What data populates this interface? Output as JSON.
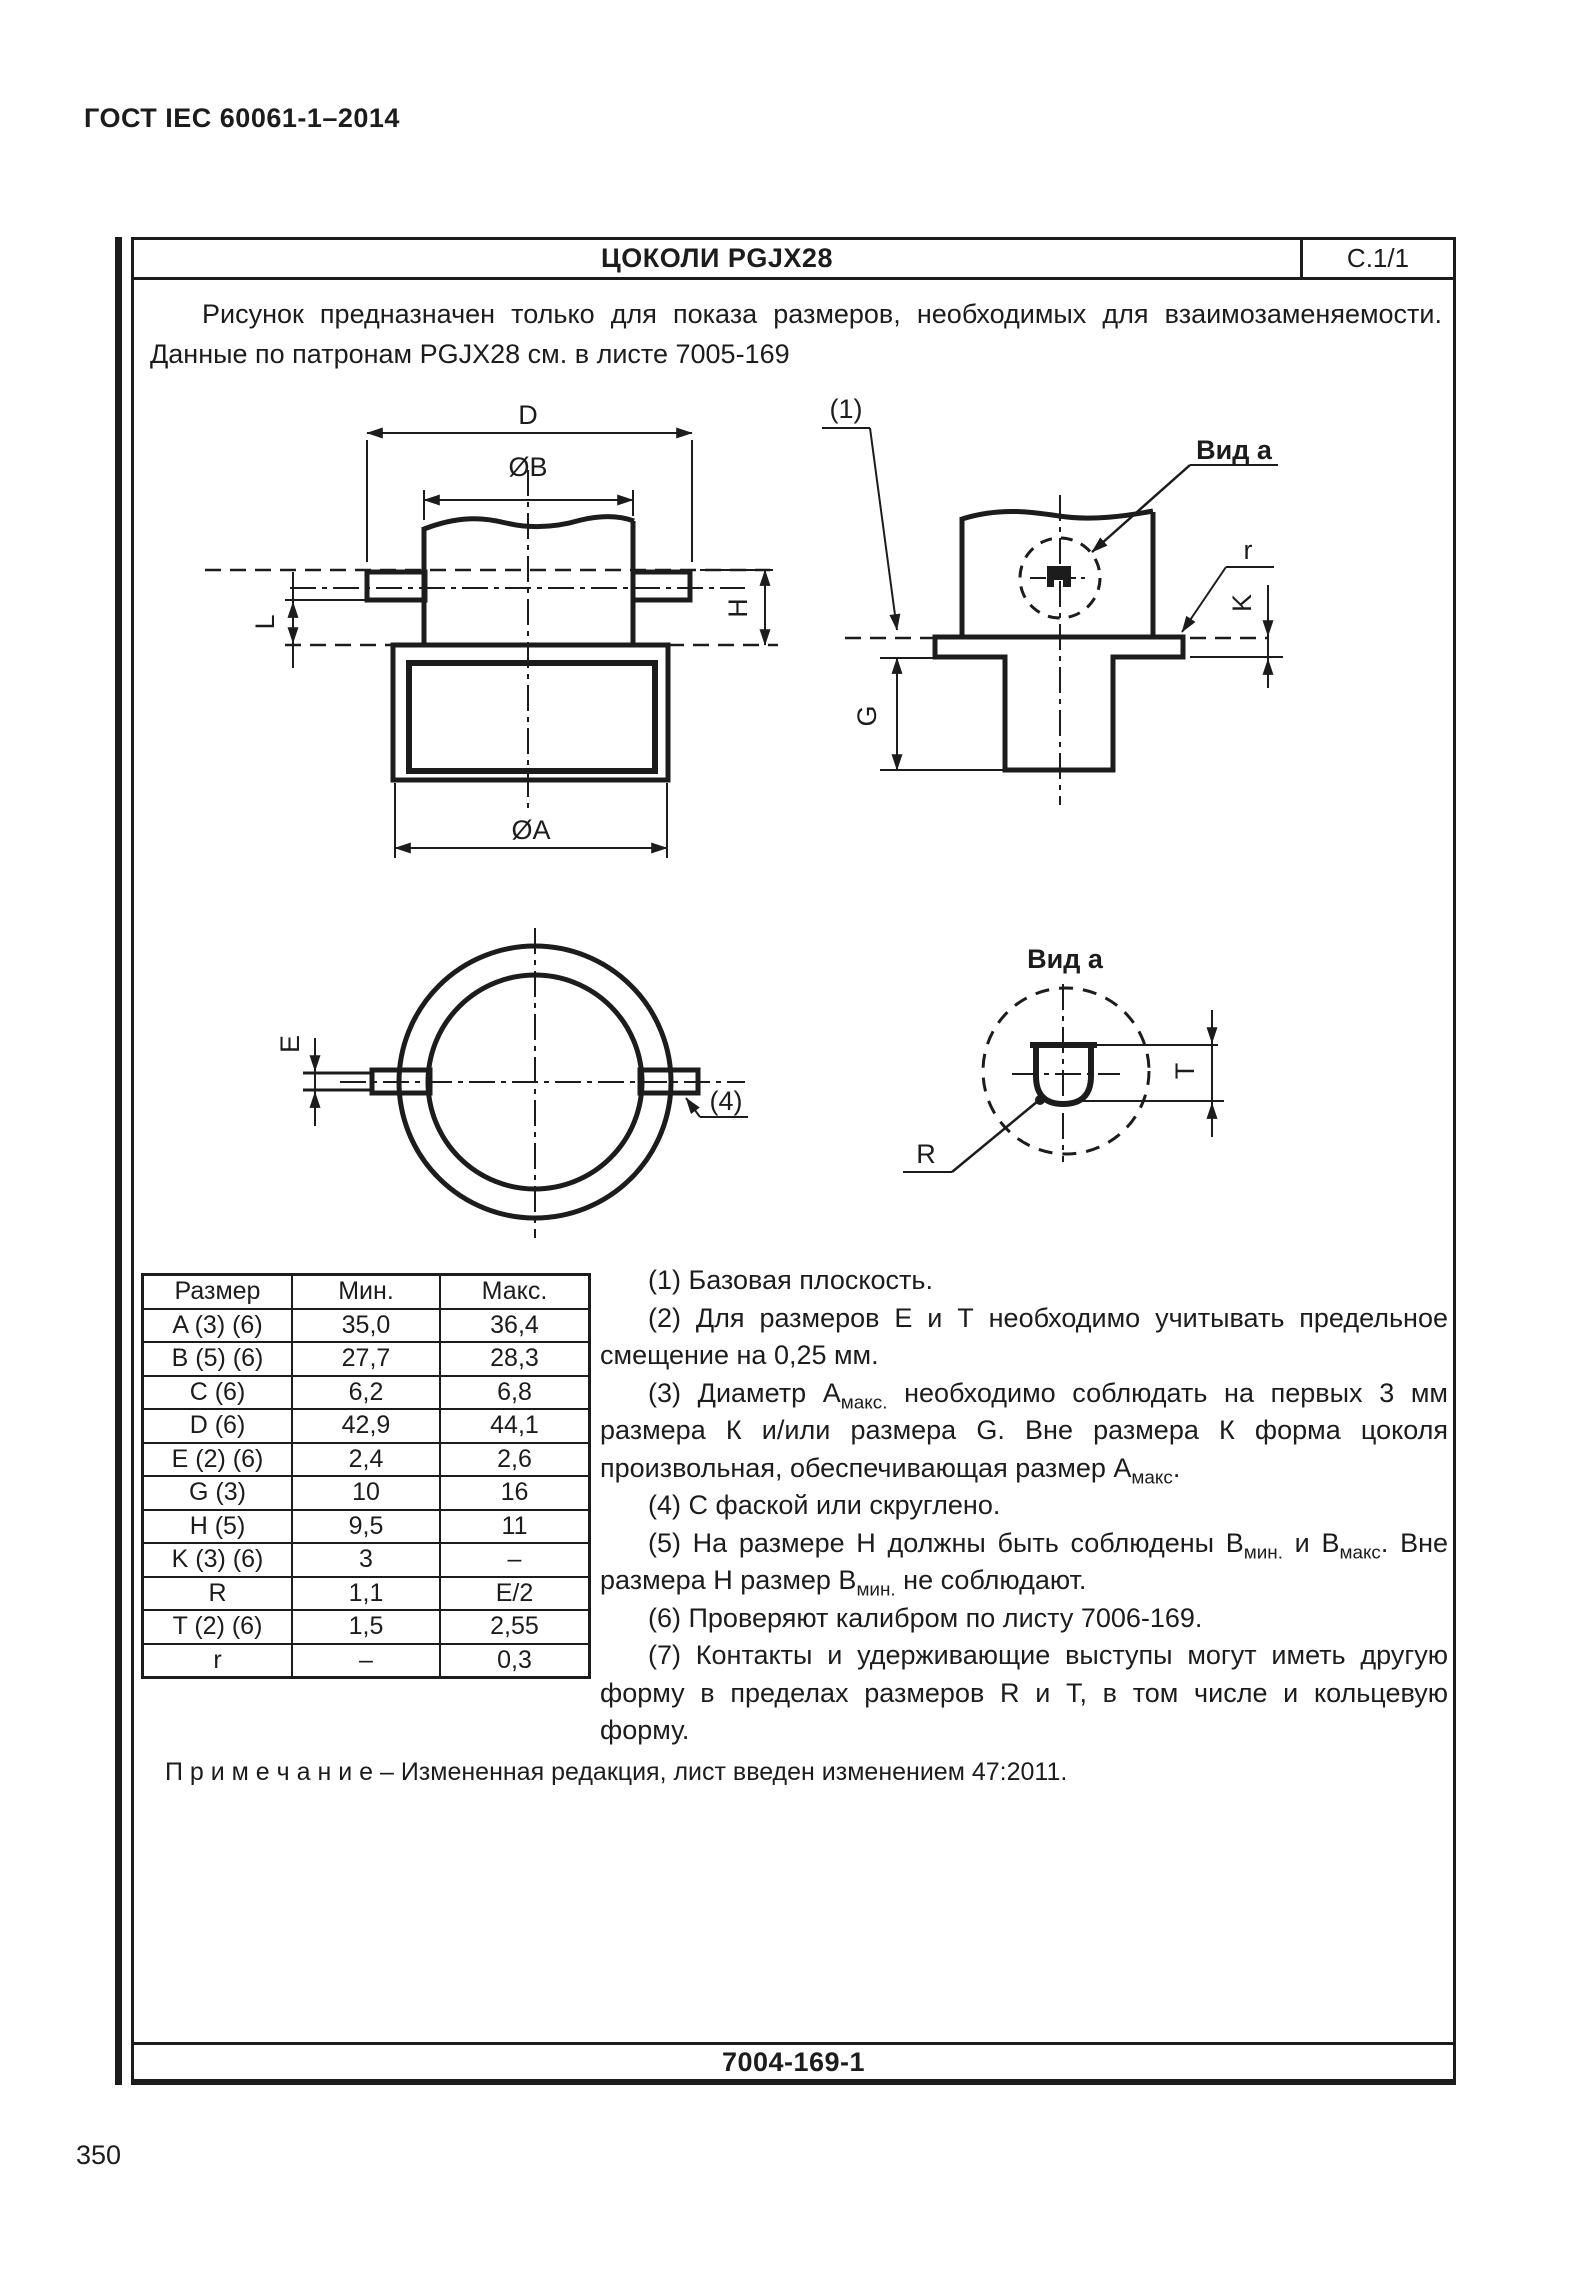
{
  "page": {
    "doc_header": "ГОСТ IEC 60061-1–2014",
    "page_number": "350"
  },
  "sheet": {
    "title": "ЦОКОЛИ PGJX28",
    "sheet_ref": "С.1/1",
    "footer_ref": "7004-169-1",
    "intro_line1": "Рисунок предназначен только для показа размеров, необходимых для взаимозаменяемости.",
    "intro_line2": "Данные по патронам PGJX28 см. в листе 7005-169"
  },
  "drawing": {
    "labels": {
      "d": "D",
      "ob": "ØB",
      "l": "L",
      "h": "H",
      "oa": "ØA",
      "ref1": "(1)",
      "view_a": "Вид а",
      "r_small": "r",
      "k": "K",
      "g": "G",
      "e": "E",
      "ref4": "(4)",
      "view_a2": "Вид а",
      "r_big": "R",
      "t": "Т"
    }
  },
  "table": {
    "columns": [
      "Размер",
      "Мин.",
      "Макс."
    ],
    "rows": [
      {
        "size": "A (3) (6)",
        "min": "35,0",
        "max": "36,4"
      },
      {
        "size": "B (5) (6)",
        "min": "27,7",
        "max": "28,3"
      },
      {
        "size": "C (6)",
        "min": "6,2",
        "max": "6,8"
      },
      {
        "size": "D (6)",
        "min": "42,9",
        "max": "44,1"
      },
      {
        "size": "E (2) (6)",
        "min": "2,4",
        "max": "2,6"
      },
      {
        "size": "G (3)",
        "min": "10",
        "max": "16"
      },
      {
        "size": "H (5)",
        "min": "9,5",
        "max": "11"
      },
      {
        "size": "K (3) (6)",
        "min": "3",
        "max": "–"
      },
      {
        "size": "R",
        "min": "1,1",
        "max": "E/2"
      },
      {
        "size": "T (2) (6)",
        "min": "1,5",
        "max": "2,55"
      },
      {
        "size": "r",
        "min": "–",
        "max": "0,3"
      }
    ]
  },
  "notes": {
    "n1": "(1) Базовая плоскость.",
    "n2": "(2) Для размеров Е и Т необходимо учитывать предельное смещение на 0,25 мм.",
    "n3": {
      "t1": "(3) Диаметр А",
      "s1": "макс.",
      "t2": " необходимо соблюдать на первых 3 мм размера К и/или размера G. Вне размера К форма цоколя произвольная, обеспечивающая размер А",
      "s2": "макс",
      "t3": "."
    },
    "n4": "(4) С фаской или скруглено.",
    "n5": {
      "t1": "(5) На размере Н должны быть соблюдены В",
      "s1": "мин.",
      "t2": " и В",
      "s2": "макс",
      "t3": ". Вне размера Н размер В",
      "s3": "мин.",
      "t4": " не соблюдают."
    },
    "n6": "(6) Проверяют калибром по листу 7006-169.",
    "n7": "(7) Контакты и удерживающие выступы могут иметь другую форму в пределах размеров R и Т, в том числе и кольцевую форму."
  },
  "note_bottom": "П р и м е ч а н и е  – Измененная редакция, лист введен изменением 47:2011."
}
